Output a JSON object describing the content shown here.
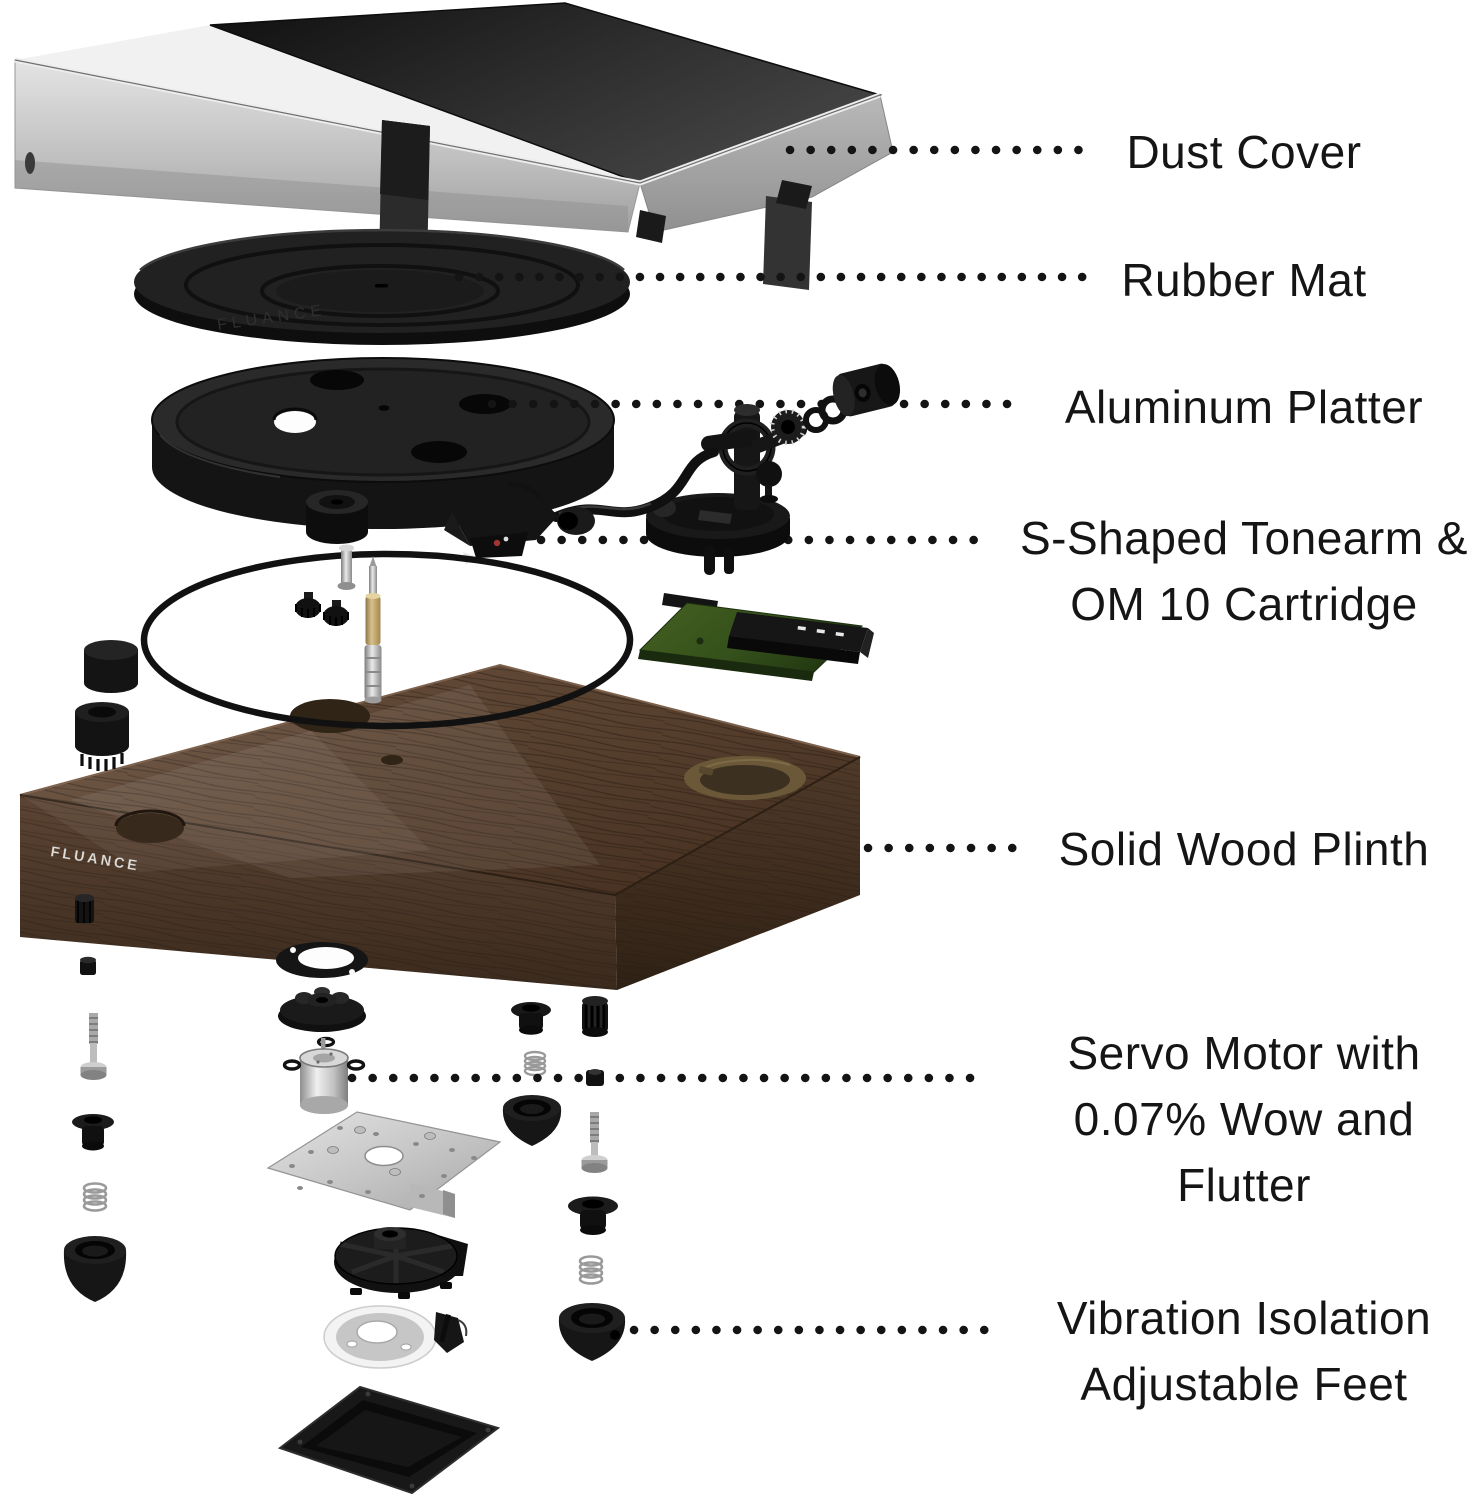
{
  "diagram": {
    "subject": "Turntable exploded view diagram",
    "brand": "FLUANCE",
    "background_color": "#ffffff",
    "text_color": "#151515",
    "leader_dot_color": "#141414",
    "wood_color": "#5a4331",
    "pcb_color": "#3d5524",
    "plinth_logo": "FLUANCE",
    "mat_logo": "FLUANCE",
    "labels": [
      {
        "id": "dust-cover",
        "lines": [
          "Dust Cover"
        ]
      },
      {
        "id": "rubber-mat",
        "lines": [
          "Rubber Mat"
        ]
      },
      {
        "id": "aluminum-platter",
        "lines": [
          "Aluminum Platter"
        ]
      },
      {
        "id": "tonearm-cartridge",
        "lines": [
          "S-Shaped Tonearm &",
          "OM 10 Cartridge"
        ]
      },
      {
        "id": "solid-wood-plinth",
        "lines": [
          "Solid Wood Plinth"
        ]
      },
      {
        "id": "servo-motor",
        "lines": [
          "Servo Motor with",
          "0.07% Wow and",
          "Flutter"
        ]
      },
      {
        "id": "vibration-feet",
        "lines": [
          "Vibration Isolation",
          "Adjustable Feet"
        ]
      }
    ]
  }
}
